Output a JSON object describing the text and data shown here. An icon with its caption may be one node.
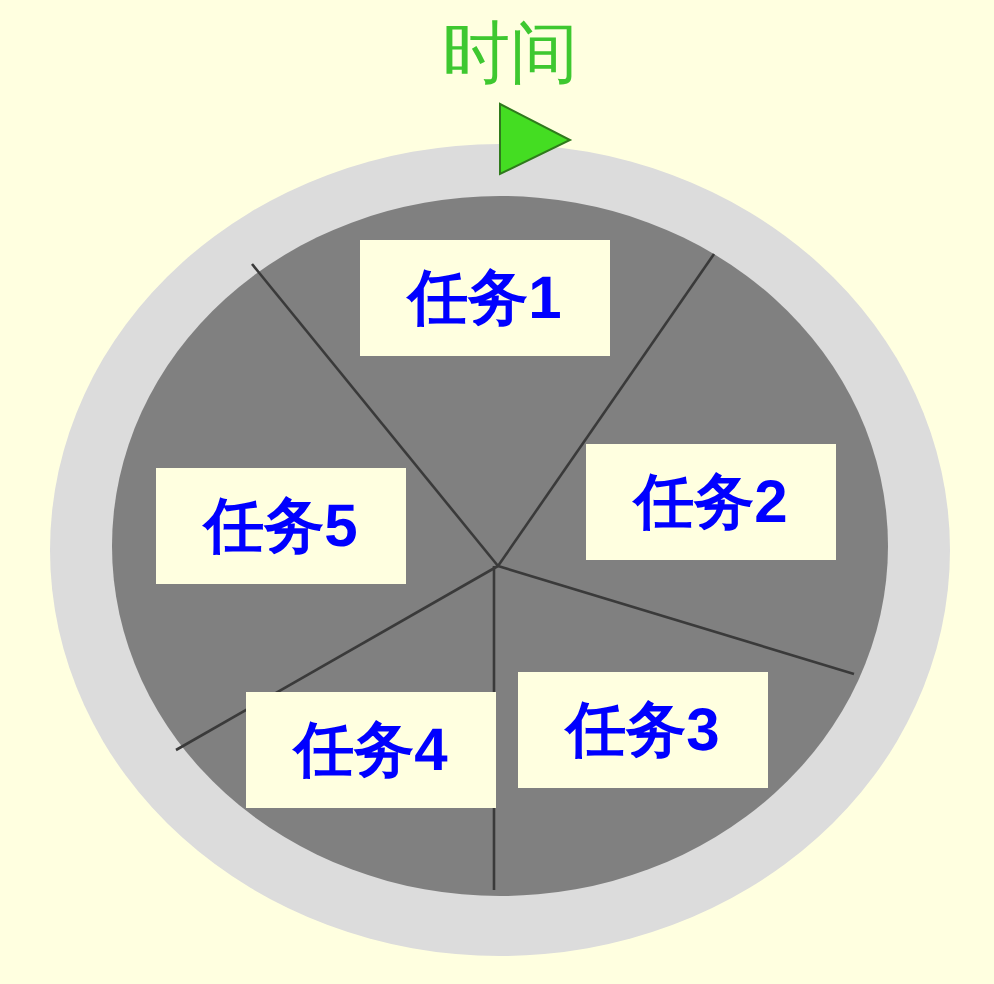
{
  "diagram": {
    "title": "时间",
    "nodes": [
      {
        "text": [
          "任务1"
        ]
      },
      {
        "text": [
          "任务5"
        ]
      },
      {
        "text": [
          "任务2"
        ]
      },
      {
        "text": [
          "任务4"
        ]
      },
      {
        "text": [
          "任务3"
        ]
      }
    ]
  }
}
